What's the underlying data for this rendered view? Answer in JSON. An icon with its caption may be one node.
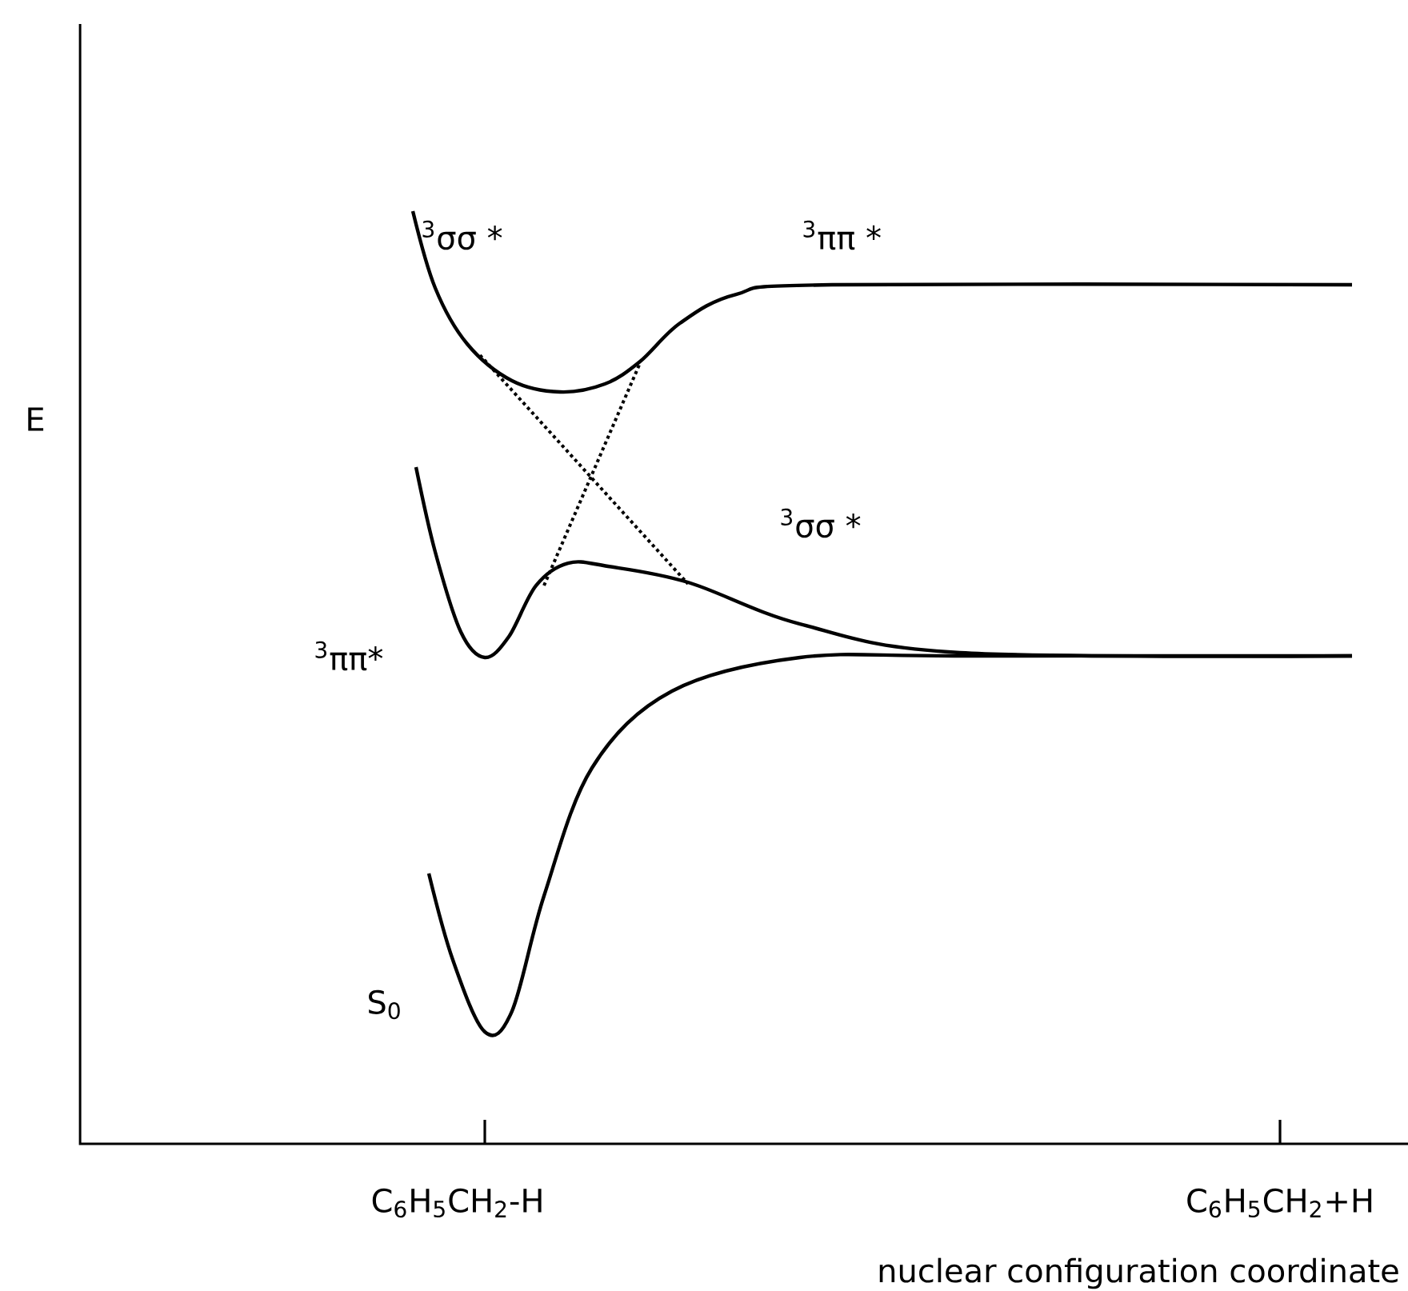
{
  "diagram": {
    "labels": [
      "E",
      "$^{3}$σσ *",
      "$^{3}$ππ *",
      "$^{3}$σσ *",
      "$^{3}$ππ*",
      "S$_{0}$",
      "C$_{6}$H$_{5}$CH$_{2}$-H",
      "C$_{6}$H$_{5}$CH$_{2}$+H",
      "nuclear configuration coordinate"
    ]
  }
}
